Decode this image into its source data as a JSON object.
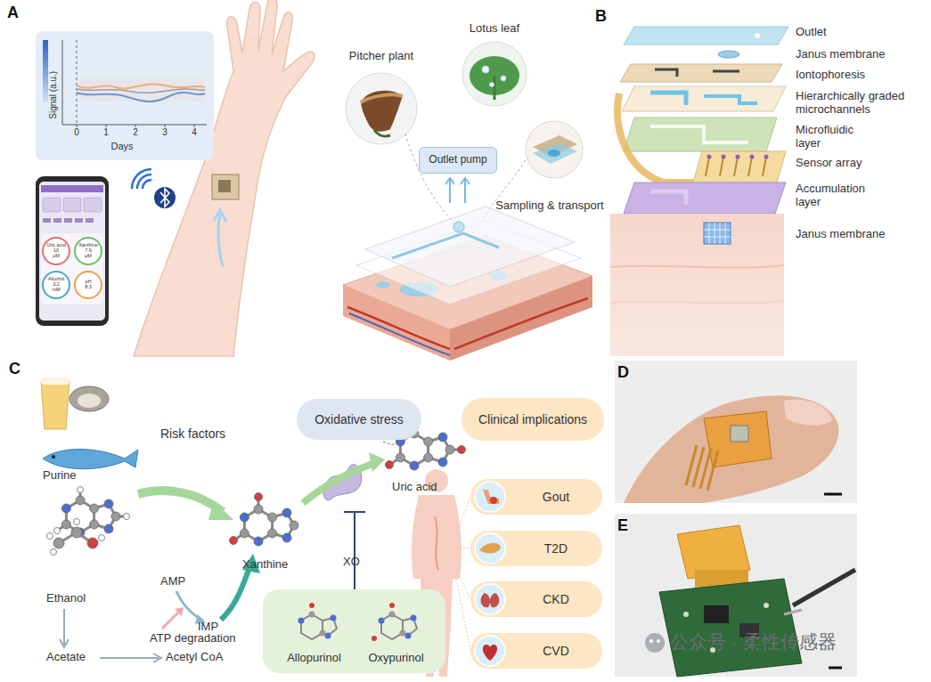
{
  "diagram": {
    "nodes": [
      {
        "text": [
          "Signal (a.u.)",
          "0",
          "1",
          "2",
          "3",
          "4",
          "Days"
        ]
      },
      {
        "text": [
          "Uric acid",
          "10",
          "μM"
        ]
      },
      {
        "text": [
          "Xanthine",
          "7.9",
          "μM"
        ]
      },
      {
        "text": [
          "Alcohol",
          "3.2",
          "mM"
        ]
      },
      {
        "text": [
          "pH",
          "8.3"
        ]
      },
      {
        "text": [
          "Pitcher plant"
        ]
      },
      {
        "text": [
          "Lotus leaf"
        ]
      },
      {
        "text": [
          "Outlet pump"
        ]
      },
      {
        "text": [
          "Sampling & transport"
        ]
      },
      {
        "text": [
          "Oxidative stress"
        ]
      },
      {
        "text": [
          "Clinical implications"
        ]
      },
      {
        "text": [
          "Gout"
        ]
      },
      {
        "text": [
          "T2D"
        ]
      },
      {
        "text": [
          "CKD"
        ]
      },
      {
        "text": [
          "CVD"
        ]
      },
      {
        "text": [
          "Allopurinol",
          "Oxypurinol"
        ]
      }
    ],
    "labels": [
      "A",
      "B",
      "C",
      "D",
      "E",
      "Outlet",
      "Janus membrane",
      "Iontophoresis",
      "Hierarchically graded microchannels",
      "Microfluidic layer",
      "Sensor array",
      "Accumulation layer",
      "Janus membrane",
      "Risk factors",
      "Purine",
      "Xanthine",
      "Uric acid",
      "XO",
      "AMP",
      "IMP",
      "ATP degradation",
      "Ethanol",
      "Acetate",
      "Acetyl CoA",
      "公众号 · 柔性传感器"
    ]
  }
}
